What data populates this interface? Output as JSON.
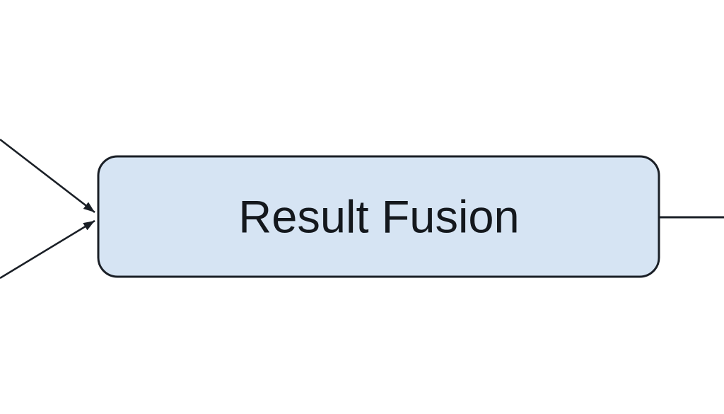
{
  "diagram": {
    "node": {
      "label": "Result Fusion"
    },
    "edges": {
      "incoming_count": 2,
      "outgoing_count": 1
    },
    "colors": {
      "background": "#ffffff",
      "node_fill": "#d6e4f3",
      "node_border": "#1a1f26",
      "edge": "#1a1f26",
      "text": "#14181d"
    }
  }
}
